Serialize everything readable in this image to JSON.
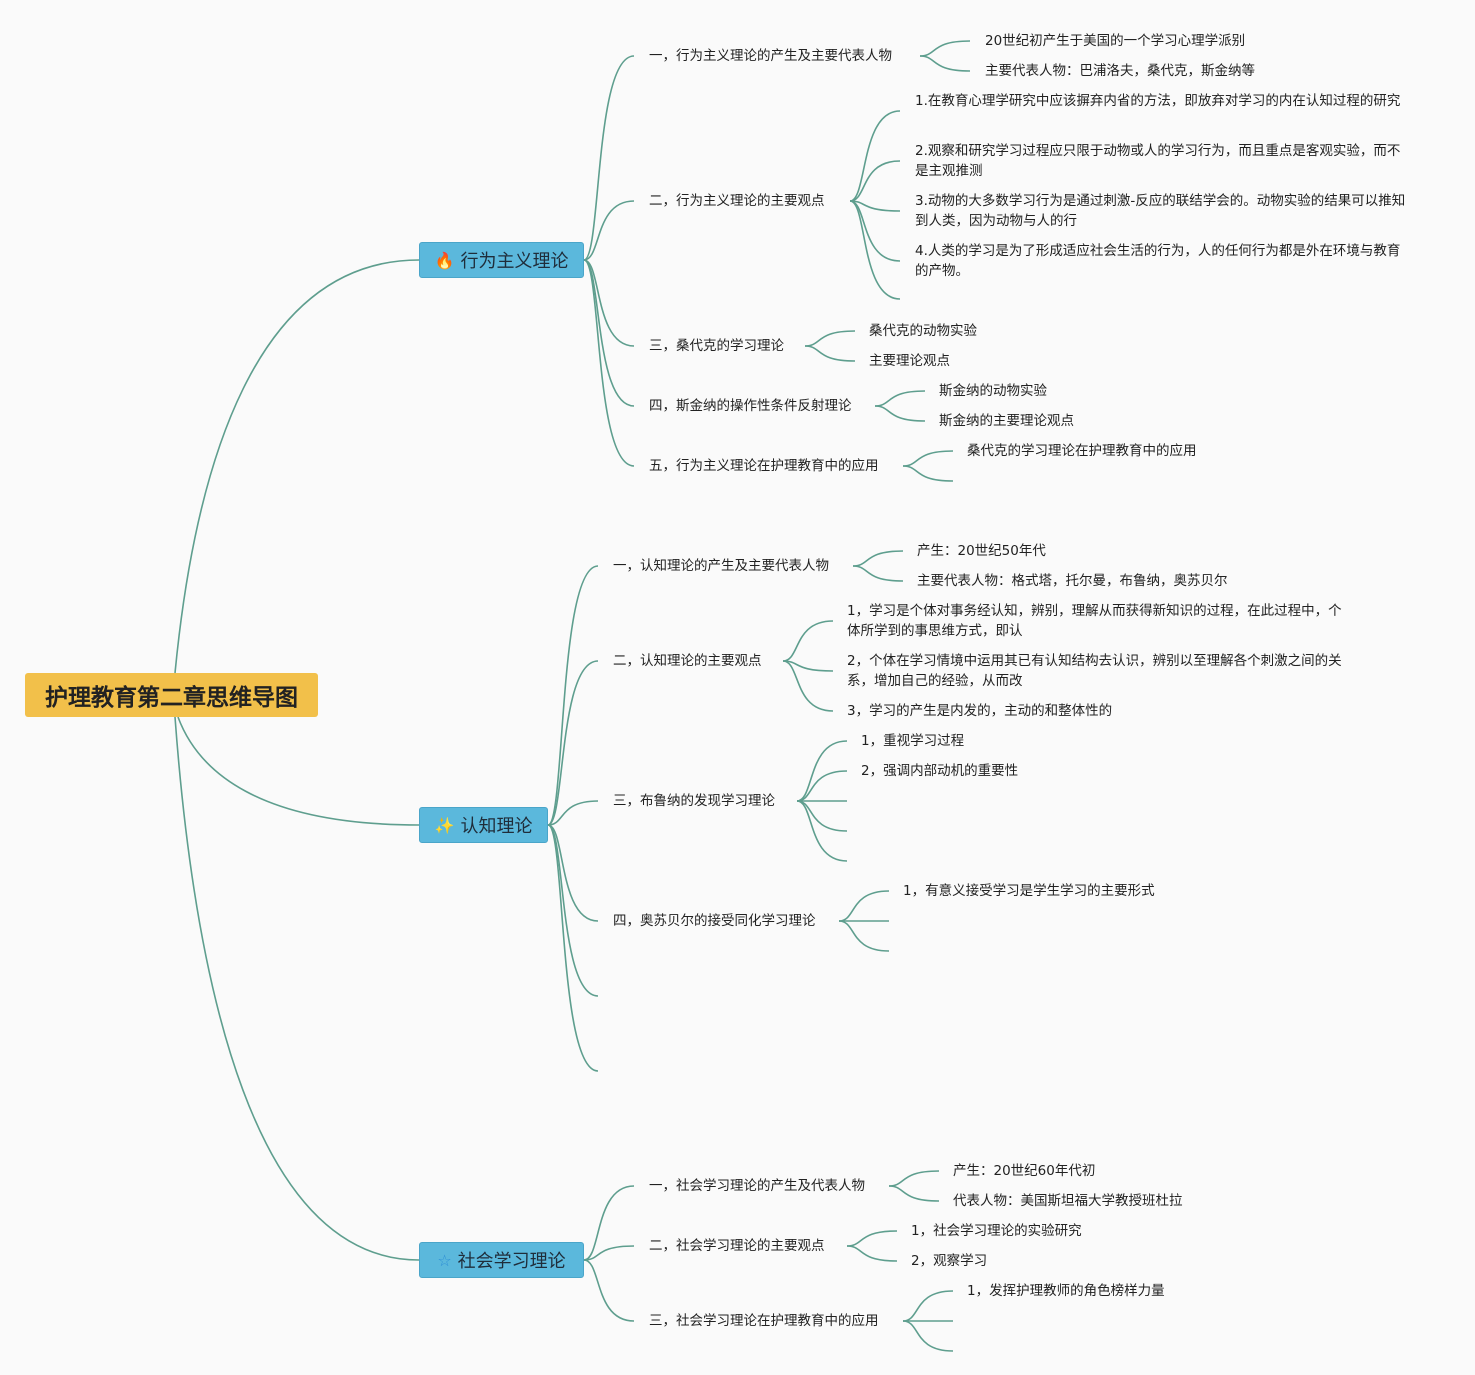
{
  "title": "护理教育第二章思维导图",
  "colors": {
    "root": "#f2c04a",
    "branch": "#5bb8dc",
    "line": "#5e9e8e"
  },
  "branches": [
    {
      "label": "行为主义理论",
      "icon": "flame-icon",
      "topics": [
        {
          "label": "一，行为主义理论的产生及主要代表人物",
          "items": [
            "20世纪初产生于美国的一个学习心理学派别",
            "主要代表人物：巴浦洛夫，桑代克，斯金纳等"
          ]
        },
        {
          "label": "二，行为主义理论的主要观点",
          "items": [
            "1.在教育心理学研究中应该摒弃内省的方法，即放弃对学习的内在认知过程的研究",
            "2.观察和研究学习过程应只限于动物或人的学习行为，而且重点是客观实验，而不是主观推测",
            "3.动物的大多数学习行为是通过刺激-反应的联结学会的。动物实验的结果可以推知到人类，因为动物与人的行",
            "4.人类的学习是为了形成适应社会生活的行为，人的任何行为都是外在环境与教育的产物。"
          ]
        },
        {
          "label": "三，桑代克的学习理论",
          "items": [
            "桑代克的动物实验",
            "主要理论观点"
          ]
        },
        {
          "label": "四，斯金纳的操作性条件反射理论",
          "items": [
            "斯金纳的动物实验",
            "斯金纳的主要理论观点"
          ]
        },
        {
          "label": "五，行为主义理论在护理教育中的应用",
          "items": [
            "桑代克的学习理论在护理教育中的应用"
          ]
        }
      ]
    },
    {
      "label": "认知理论",
      "icon": "magic-wand-icon",
      "topics": [
        {
          "label": "一，认知理论的产生及主要代表人物",
          "items": [
            "产生：20世纪50年代",
            "主要代表人物：格式塔，托尔曼，布鲁纳，奥苏贝尔"
          ]
        },
        {
          "label": "二，认知理论的主要观点",
          "items": [
            "1，学习是个体对事务经认知，辨别，理解从而获得新知识的过程，在此过程中，个体所学到的事思维方式，即认",
            "2，个体在学习情境中运用其已有认知结构去认识，辨别以至理解各个刺激之间的关系，增加自己的经验，从而改",
            "3，学习的产生是内发的，主动的和整体性的"
          ]
        },
        {
          "label": "三，布鲁纳的发现学习理论",
          "items": [
            "1，重视学习过程",
            "2，强调内部动机的重要性"
          ]
        },
        {
          "label": "四，奥苏贝尔的接受同化学习理论",
          "items": [
            "1，有意义接受学习是学生学习的主要形式"
          ]
        }
      ]
    },
    {
      "label": "社会学习理论",
      "icon": "star-icon",
      "topics": [
        {
          "label": "一，社会学习理论的产生及代表人物",
          "items": [
            "产生：20世纪60年代初",
            "代表人物：美国斯坦福大学教授班杜拉"
          ]
        },
        {
          "label": "二，社会学习理论的主要观点",
          "items": [
            "1，社会学习理论的实验研究",
            "2，观察学习"
          ]
        },
        {
          "label": "三，社会学习理论在护理教育中的应用",
          "items": [
            "1，发挥护理教师的角色榜样力量"
          ]
        }
      ]
    }
  ]
}
